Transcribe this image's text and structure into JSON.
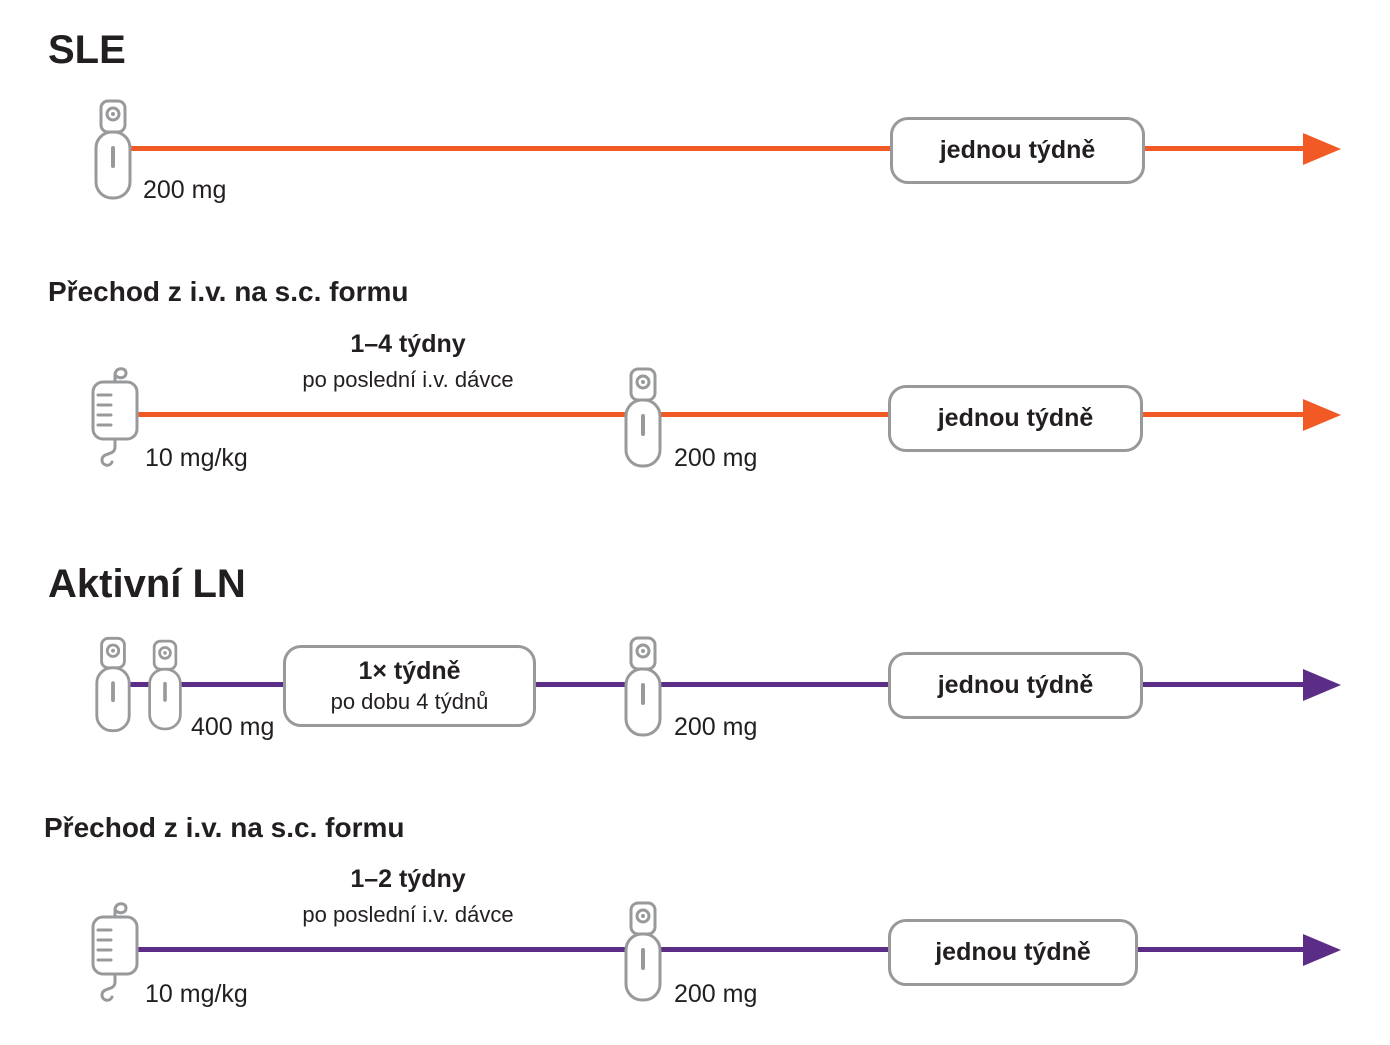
{
  "colors": {
    "sle_accent_orange": "#F15A24",
    "ln_accent_purple": "#5C2D87",
    "outline_gray": "#97999B",
    "text_dark": "#231F20"
  },
  "icons": {
    "autoinjector_pen": "autoinjector-pen-icon",
    "iv_bag": "iv-infusion-bag-icon",
    "arrowhead": "right-arrowhead-icon"
  },
  "sections": {
    "sle": {
      "title": "SLE",
      "weekly": {
        "dose": "200 mg",
        "frequency": "jednou týdně"
      },
      "transition": {
        "title": "Přechod z i.v. na s.c. formu",
        "iv_dose": "10 mg/kg",
        "interval_bold": "1–4 týdny",
        "interval_sub": "po poslední i.v. dávce",
        "sc_dose": "200 mg",
        "frequency": "jednou týdně"
      }
    },
    "ln": {
      "title": "Aktivní LN",
      "loading": {
        "dose": "400 mg",
        "box_bold": "1× týdně",
        "box_sub": "po dobu 4 týdnů",
        "sc_dose": "200 mg",
        "frequency": "jednou týdně"
      },
      "transition": {
        "title": "Přechod z i.v. na s.c. formu",
        "iv_dose": "10 mg/kg",
        "interval_bold": "1–2 týdny",
        "interval_sub": "po poslední i.v. dávce",
        "sc_dose": "200 mg",
        "frequency": "jednou týdně"
      }
    }
  }
}
